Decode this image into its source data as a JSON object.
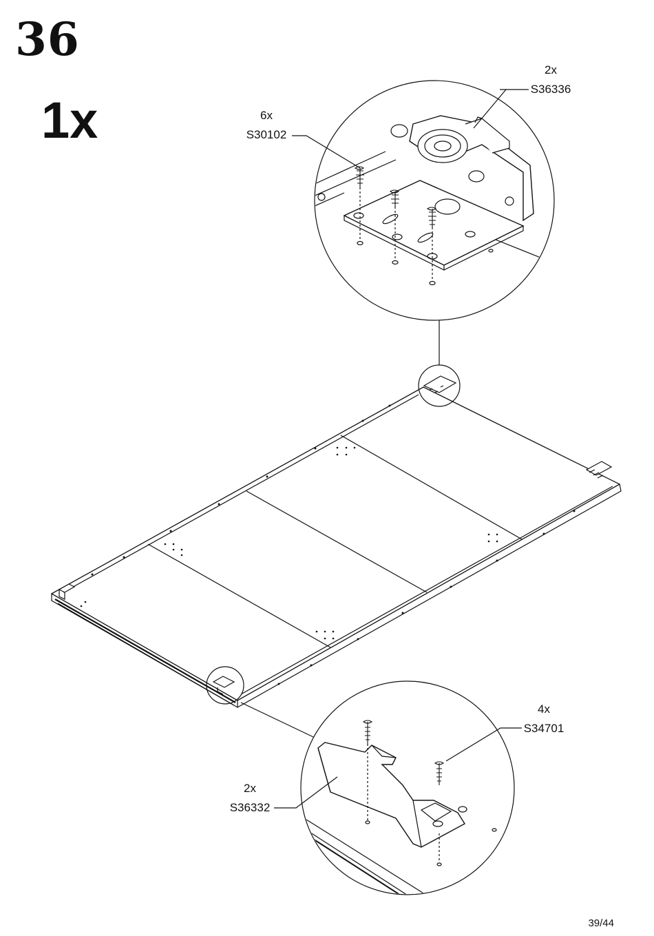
{
  "step": {
    "number": "36",
    "quantity": "1x"
  },
  "parts": [
    {
      "qty": "2x",
      "code": "S36336"
    },
    {
      "qty": "6x",
      "code": "S30102"
    },
    {
      "qty": "4x",
      "code": "S34701"
    },
    {
      "qty": "2x",
      "code": "S36332"
    }
  ],
  "footer": {
    "page": "39/44"
  }
}
